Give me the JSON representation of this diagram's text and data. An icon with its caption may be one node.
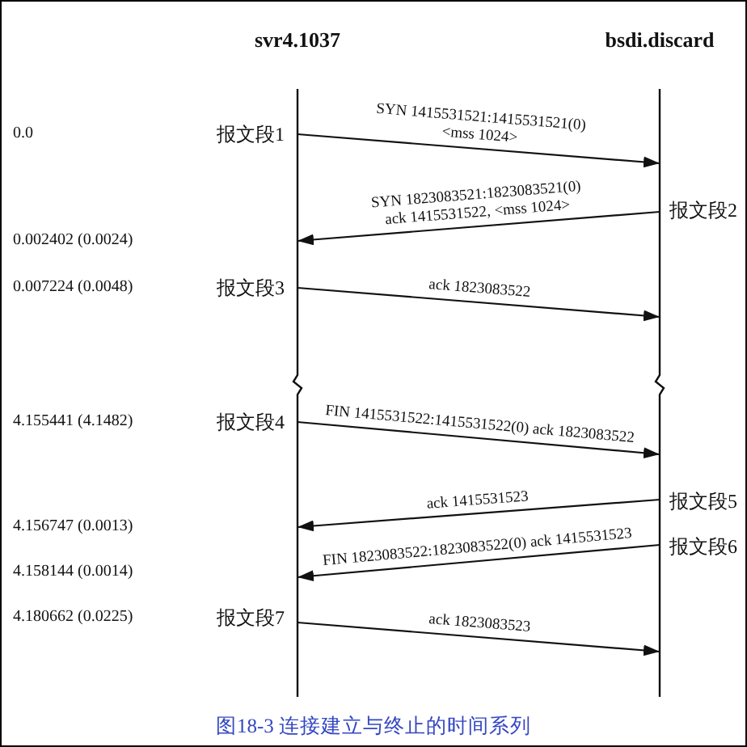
{
  "diagram": {
    "caption": "图18-3 连接建立与终止的时间系列",
    "nodes": [
      {
        "text": [
          "svr4.1037"
        ]
      },
      {
        "text": [
          "bsdi.discard"
        ]
      }
    ],
    "edges": [
      {
        "from": 0,
        "to": 1,
        "arrow": "to",
        "label": "SYN 1415531521:1415531521(0) <mss 1024>"
      },
      {
        "from": 1,
        "to": 0,
        "arrow": "to",
        "label": "SYN 1823083521:1823083521(0) ack 1415531522, <mss 1024>"
      },
      {
        "from": 0,
        "to": 1,
        "arrow": "to",
        "label": "ack 1823083522"
      },
      {
        "from": 0,
        "to": 1,
        "arrow": "to",
        "label": "FIN 1415531522:1415531522(0) ack 1823083522"
      },
      {
        "from": 1,
        "to": 0,
        "arrow": "to",
        "label": "ack 1415531523"
      },
      {
        "from": 1,
        "to": 0,
        "arrow": "to",
        "label": "FIN 1823083522:1823083522(0) ack 1415531523"
      },
      {
        "from": 0,
        "to": 1,
        "arrow": "to",
        "label": "ack 1823083523"
      }
    ],
    "labels": [
      "0.0",
      "报文段1",
      "报文段2",
      "0.002402 (0.0024)",
      "0.007224 (0.0048)",
      "报文段3",
      "4.155441 (4.1482)",
      "报文段4",
      "报文段5",
      "4.156747 (0.0013)",
      "报文段6",
      "4.158144 (0.0014)",
      "4.180662 (0.0225)",
      "报文段7"
    ]
  }
}
